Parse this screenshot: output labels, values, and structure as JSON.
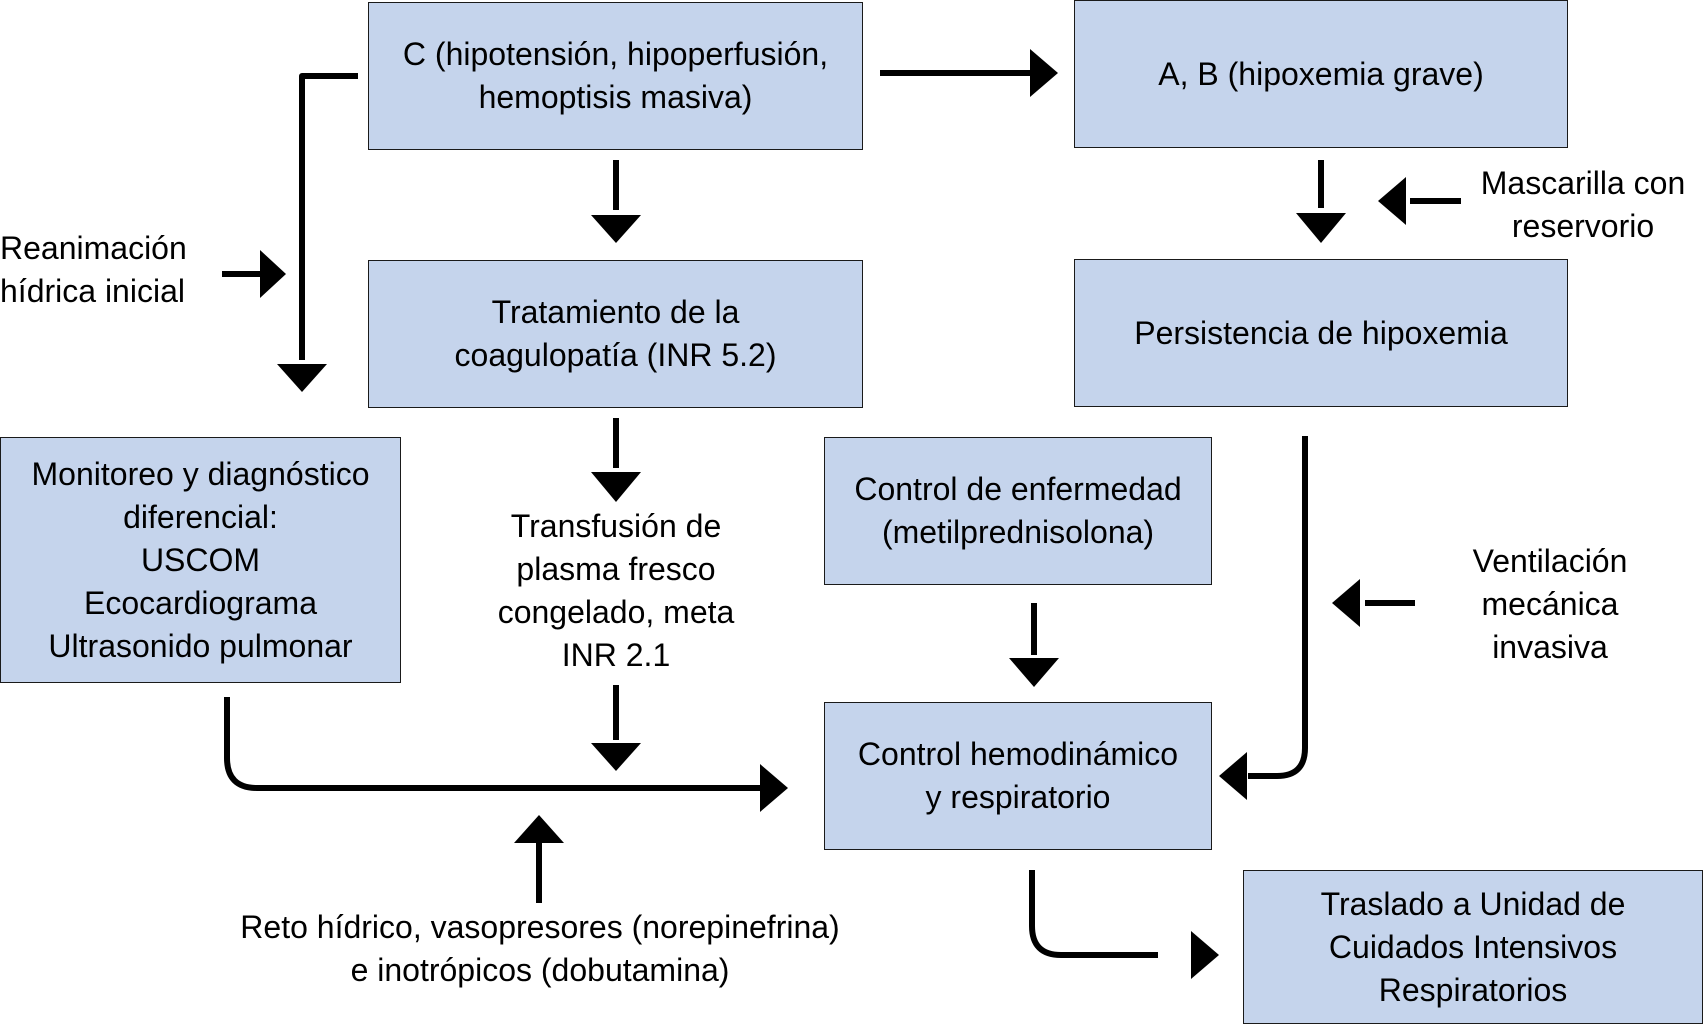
{
  "boxes": {
    "c_hipotension": "C (hipotensión, hipoperfusión,\nhemoptisis masiva)",
    "ab_hipoxemia": "A, B (hipoxemia grave)",
    "tratamiento_coagulopatia": "Tratamiento de la\ncoagulopatía (INR 5.2)",
    "persistencia_hipoxemia": "Persistencia de hipoxemia",
    "monitoreo": "Monitoreo y diagnóstico\ndiferencial:\nUSCOM\nEcocardiograma\nUltrasonido pulmonar",
    "control_enfermedad": "Control de enfermedad\n(metilprednisolona)",
    "control_hemodinamico": "Control hemodinámico\ny respiratorio",
    "traslado_ucir": "Traslado a Unidad de\nCuidados Intensivos\nRespiratorios"
  },
  "labels": {
    "reanimacion": "Reanimación\nhídrica inicial",
    "mascarilla": "Mascarilla con\nreservorio",
    "transfusion": "Transfusión de\nplasma fresco\ncongelado, meta\nINR 2.1",
    "ventilacion": "Ventilación\nmecánica\ninvasiva",
    "reto_hidrico": "Reto hídrico, vasopresores (norepinefrina)\ne inotrópicos (dobutamina)"
  },
  "colors": {
    "box_fill": "#c5d4ec",
    "box_border": "#1a1a1a",
    "arrow": "#000000"
  }
}
